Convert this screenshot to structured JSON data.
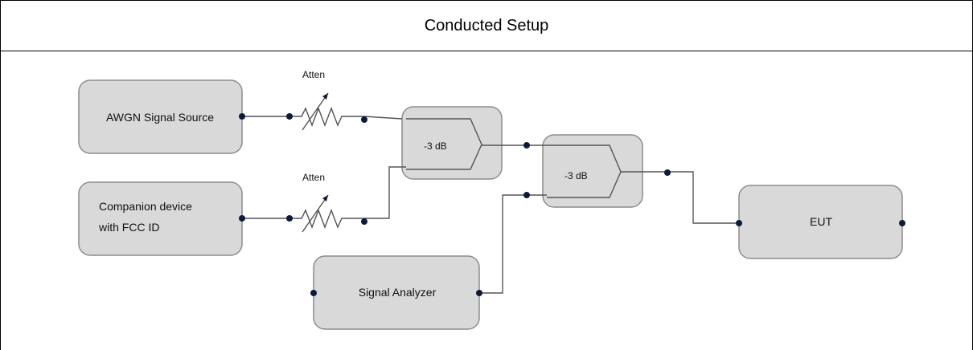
{
  "title": "Conducted Setup",
  "blocks": {
    "awgn": "AWGN Signal Source",
    "companion_line1": "Companion device",
    "companion_line2": "with FCC ID",
    "analyzer": "Signal Analyzer",
    "eut": "EUT"
  },
  "attenuators": {
    "top": "Atten",
    "bottom": "Atten"
  },
  "combiners": {
    "first": "-3 dB",
    "second": "-3 dB"
  }
}
